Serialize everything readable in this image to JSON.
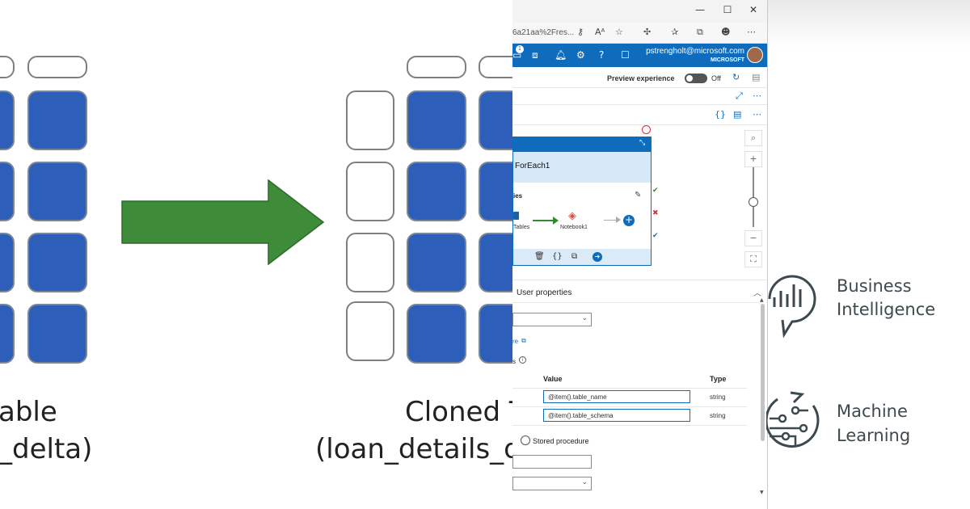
{
  "diagram": {
    "left_caption": {
      "line1": "able",
      "line2": "_delta)"
    },
    "right_caption": {
      "line1": "Cloned T",
      "line2": "(loan_details_d"
    },
    "colors": {
      "cell_fill": "#2d5fba",
      "arrow_fill": "#3e8b3a"
    }
  },
  "browser": {
    "window_controls": {
      "minimize": "—",
      "maximize": "☐",
      "close": "✕"
    },
    "address_text": "6a21aa%2Fres...",
    "address_icons": [
      "key-icon",
      "read-aloud-icon",
      "favorite-icon",
      "extensions-icon",
      "favorites-icon",
      "collections-icon",
      "profile-icon",
      "more-icon"
    ],
    "azure_bar": {
      "notification_count": "1",
      "user_email": "pstrengholt@microsoft.com",
      "tenant": "MICROSOFT"
    },
    "preview": {
      "label": "Preview experience",
      "toggle_state": "Off"
    },
    "activity": {
      "name": "ForEach1",
      "section_label": "ies",
      "tables_label": "Tables",
      "notebook_label": "Notebook1"
    },
    "properties": {
      "tab_title": "User properties",
      "link_text": "re",
      "section_fragment": "s",
      "columns": {
        "value": "Value",
        "type": "Type"
      },
      "rows": [
        {
          "value": "@item().table_name",
          "type": "string"
        },
        {
          "value": "@item().table_schema",
          "type": "string"
        }
      ],
      "radio_label": "Stored procedure"
    }
  },
  "features": [
    {
      "line1": "Business",
      "line2": "Intelligence",
      "icon": "business-intelligence-icon"
    },
    {
      "line1": "Machine",
      "line2": "Learning",
      "icon": "machine-learning-icon"
    }
  ],
  "accent": "#0f6cbd"
}
